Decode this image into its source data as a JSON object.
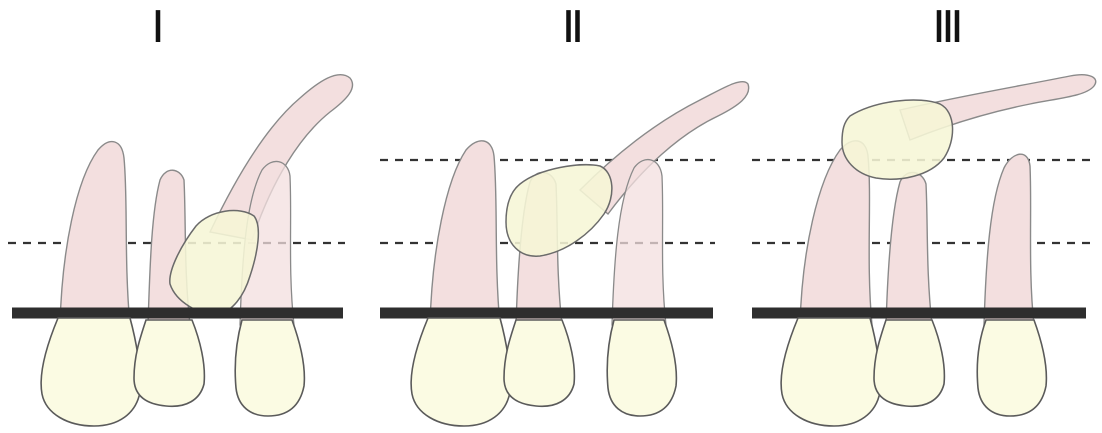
{
  "panels": [
    {
      "label": "I"
    },
    {
      "label": "II"
    },
    {
      "label": "III"
    }
  ]
}
